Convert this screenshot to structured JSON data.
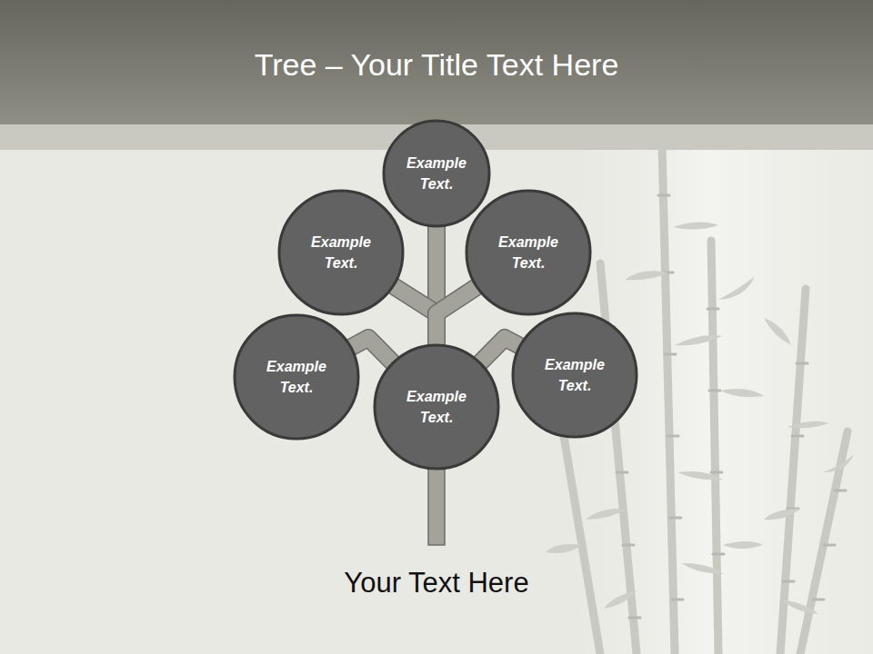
{
  "diagram": {
    "title": "Tree – Your Title Text Here",
    "caption": "Your Text Here",
    "nodes": [
      {
        "text": [
          "Example Text."
        ]
      },
      {
        "text": [
          "Example Text."
        ]
      },
      {
        "text": [
          "Example Text."
        ]
      },
      {
        "text": [
          "Example Text."
        ]
      },
      {
        "text": [
          "Example Text."
        ]
      },
      {
        "text": [
          "Example Text."
        ]
      }
    ],
    "edges": [
      {
        "from": 4,
        "to": 0,
        "arrow": "none"
      },
      {
        "from": 4,
        "to": 1,
        "arrow": "none"
      },
      {
        "from": 4,
        "to": 2,
        "arrow": "none"
      },
      {
        "from": 4,
        "to": 3,
        "arrow": "none"
      },
      {
        "from": 4,
        "to": 5,
        "arrow": "none"
      }
    ]
  }
}
